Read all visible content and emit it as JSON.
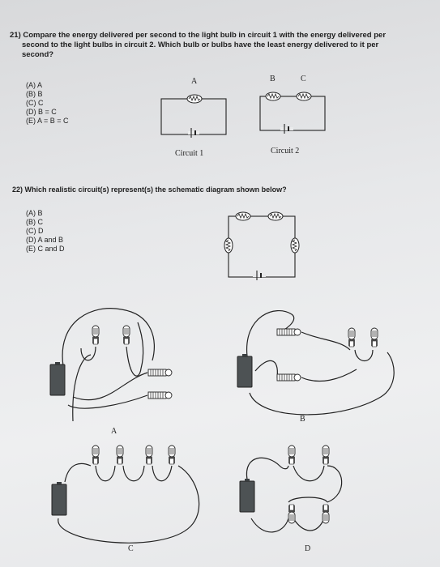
{
  "q21": {
    "line1": "21) Compare the energy delivered per second to the light bulb in circuit 1 with the energy delivered per",
    "line2": "second to the light bulbs in circuit 2. Which bulb or bulbs have the least energy delivered to it per",
    "line3": "second?",
    "options": [
      "(A) A",
      "(B) B",
      "(C) C",
      "(D) B = C",
      "(E) A = B = C"
    ],
    "bulb_a": "A",
    "bulb_b": "B",
    "bulb_c": "C",
    "circuit1": "Circuit 1",
    "circuit2": "Circuit 2"
  },
  "q22": {
    "question": "22) Which realistic circuit(s) represent(s) the schematic diagram shown below?",
    "options": [
      "(A) B",
      "(B) C",
      "(C) D",
      "(D) A and B",
      "(E) C and D"
    ],
    "label_a": "A",
    "label_b": "B",
    "label_c": "C",
    "label_d": "D"
  }
}
